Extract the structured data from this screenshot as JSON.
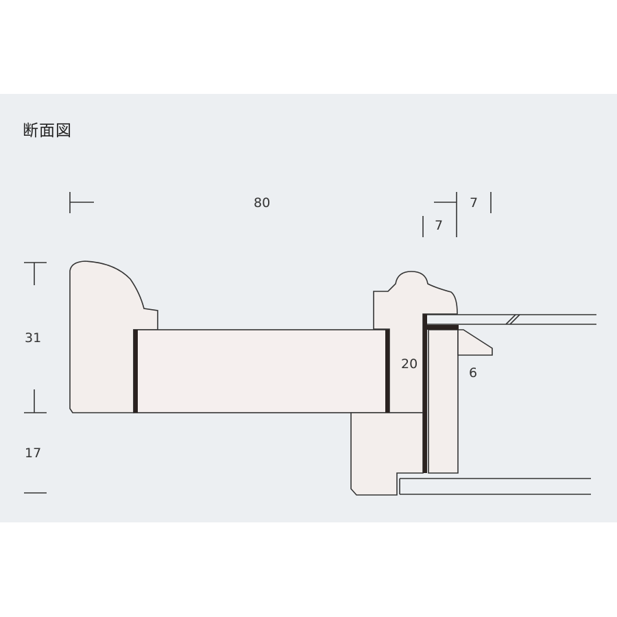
{
  "title": "断面図",
  "dimensions": {
    "width": "80",
    "height_top": "31",
    "height_bottom": "17",
    "lip_outer": "7",
    "lip_inner": "7",
    "rabbet_depth": "20",
    "glass_gap": "6"
  },
  "colors": {
    "background": "#eceff2",
    "frame_fill": "#f3eeec",
    "outline": "#333333",
    "dark_line": "#2a2220"
  }
}
